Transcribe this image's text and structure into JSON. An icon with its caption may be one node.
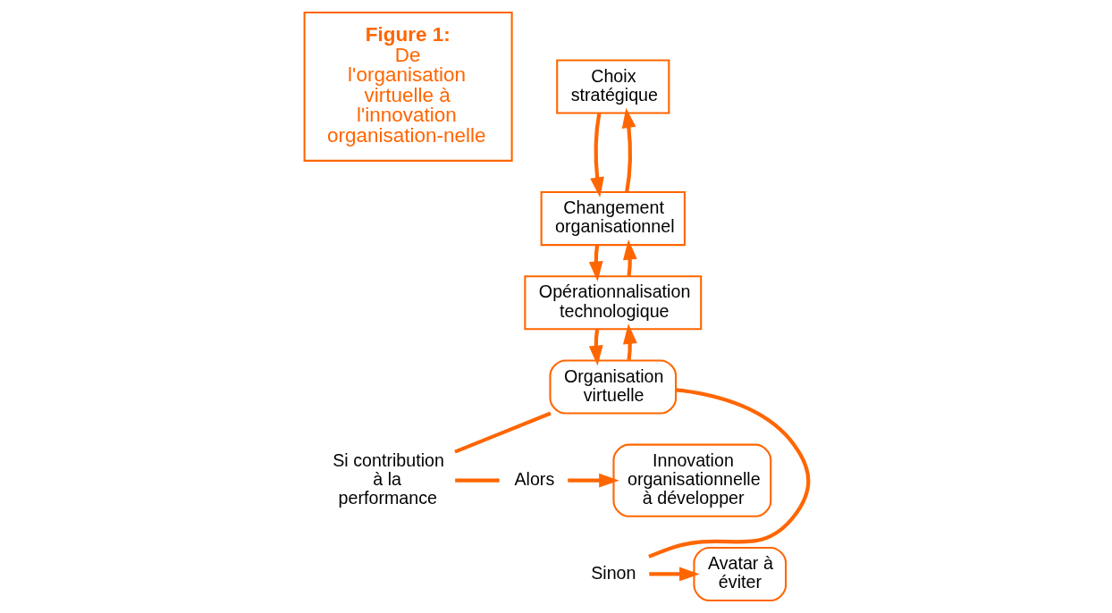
{
  "diagram": {
    "nodes": [
      {
        "text": [
          "Figure 1:",
          "De l'organisation virtuelle à l'innovation organisation-nelle"
        ]
      },
      {
        "text": [
          "Choix stratégique"
        ]
      },
      {
        "text": [
          "Changement organisationnel"
        ]
      },
      {
        "text": [
          "Opérationnalisation technologique"
        ]
      },
      {
        "text": [
          "Organisation virtuelle"
        ]
      },
      {
        "text": [
          "Si contribution à la performance"
        ]
      },
      {
        "text": [
          "Alors"
        ]
      },
      {
        "text": [
          "Innovation organisationnelle à développer"
        ]
      },
      {
        "text": [
          "Sinon"
        ]
      },
      {
        "text": [
          "Avatar à éviter"
        ]
      }
    ],
    "edges": [
      {
        "from": 1,
        "to": 2,
        "arrow": "to"
      },
      {
        "from": 2,
        "to": 1,
        "arrow": "to"
      },
      {
        "from": 2,
        "to": 3,
        "arrow": "to"
      },
      {
        "from": 3,
        "to": 2,
        "arrow": "to"
      },
      {
        "from": 3,
        "to": 4,
        "arrow": "to"
      },
      {
        "from": 4,
        "to": 3,
        "arrow": "to"
      },
      {
        "from": 4,
        "to": 5,
        "arrow": "none"
      },
      {
        "from": 4,
        "to": 8,
        "arrow": "none"
      },
      {
        "from": 5,
        "to": 6,
        "arrow": "none"
      },
      {
        "from": 6,
        "to": 7,
        "arrow": "to"
      },
      {
        "from": 8,
        "to": 9,
        "arrow": "to"
      }
    ]
  }
}
